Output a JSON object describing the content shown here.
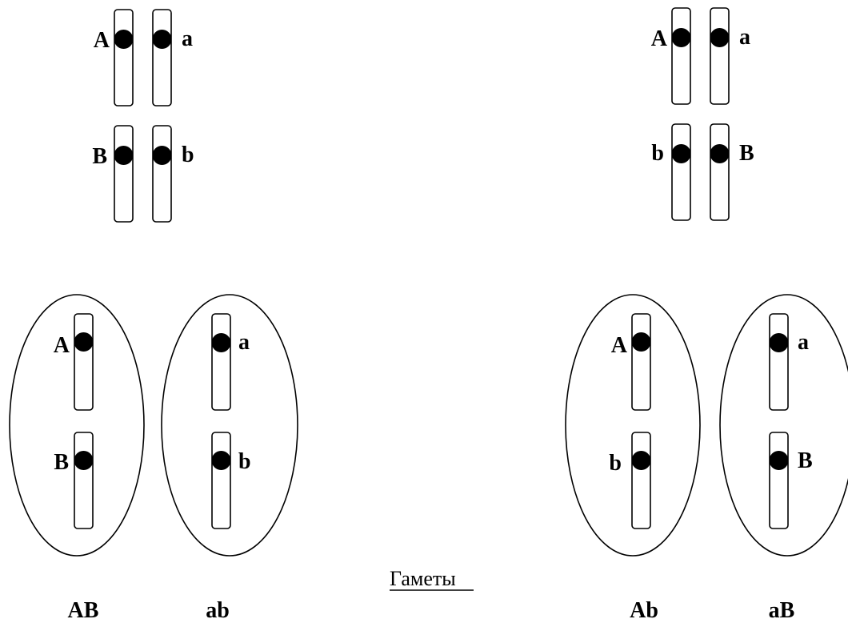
{
  "parents": [
    {
      "pairs": [
        {
          "left": "A",
          "right": "a"
        },
        {
          "left": "B",
          "right": "b"
        }
      ]
    },
    {
      "pairs": [
        {
          "left": "A",
          "right": "a"
        },
        {
          "left": "b",
          "right": "B"
        }
      ]
    }
  ],
  "gametes_title": "Гаметы",
  "gametes": [
    {
      "genes": [
        "A",
        "B"
      ],
      "label": "AB"
    },
    {
      "genes": [
        "a",
        "b"
      ],
      "label": "ab"
    },
    {
      "genes": [
        "A",
        "b"
      ],
      "label": "Ab"
    },
    {
      "genes": [
        "a",
        "B"
      ],
      "label": "aB"
    }
  ],
  "colors": {
    "stroke": "#000000",
    "gene": "#000000",
    "background": "#ffffff"
  }
}
